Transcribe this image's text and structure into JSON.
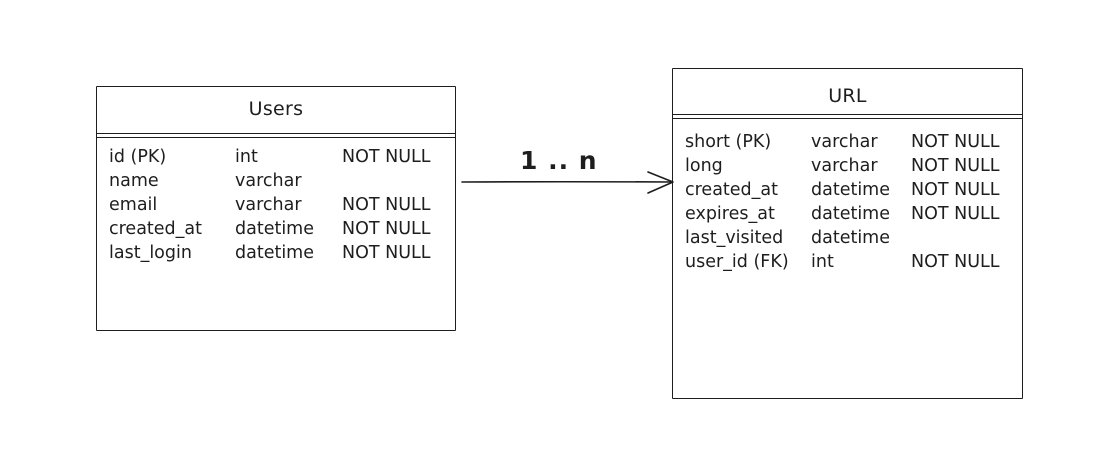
{
  "users": {
    "title": "Users",
    "rows": [
      {
        "name": "id (PK)",
        "type": "int",
        "constraint": "NOT NULL"
      },
      {
        "name": "name",
        "type": "varchar",
        "constraint": ""
      },
      {
        "name": "email",
        "type": "varchar",
        "constraint": "NOT NULL"
      },
      {
        "name": "created_at",
        "type": "datetime",
        "constraint": "NOT NULL"
      },
      {
        "name": "last_login",
        "type": "datetime",
        "constraint": "NOT NULL"
      }
    ]
  },
  "url": {
    "title": "URL",
    "rows": [
      {
        "name": "short (PK)",
        "type": "varchar",
        "constraint": "NOT NULL"
      },
      {
        "name": "long",
        "type": "varchar",
        "constraint": "NOT NULL"
      },
      {
        "name": "created_at",
        "type": "datetime",
        "constraint": "NOT NULL"
      },
      {
        "name": "expires_at",
        "type": "datetime",
        "constraint": "NOT NULL"
      },
      {
        "name": "last_visited",
        "type": "datetime",
        "constraint": ""
      },
      {
        "name": "user_id (FK)",
        "type": "int",
        "constraint": "NOT NULL"
      }
    ]
  },
  "relation": {
    "label": "1 .. n"
  },
  "colors": {
    "stroke": "#1e1e1e",
    "background": "#ffffff"
  }
}
